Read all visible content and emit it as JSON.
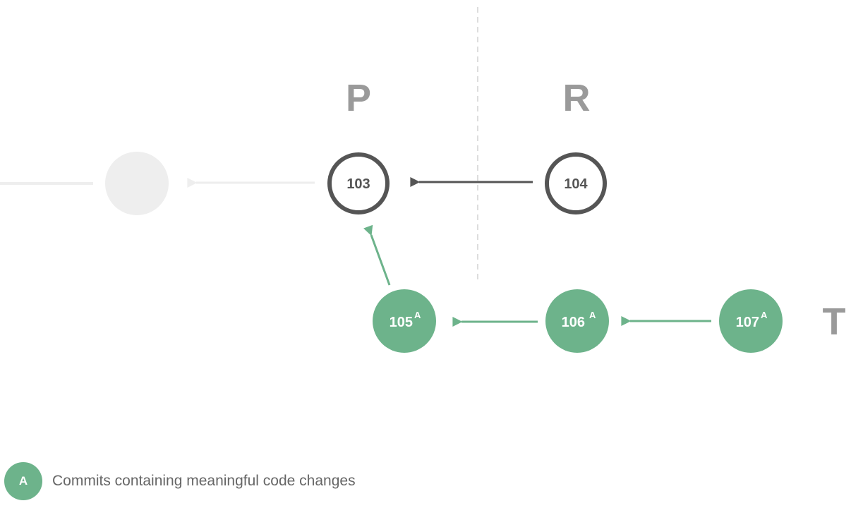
{
  "branches": {
    "p": "P",
    "r": "R",
    "t": "T"
  },
  "commits": [
    {
      "id": "103",
      "style": "outlined",
      "marker": ""
    },
    {
      "id": "104",
      "style": "outlined",
      "marker": ""
    },
    {
      "id": "105",
      "style": "filled",
      "marker": "A"
    },
    {
      "id": "106",
      "style": "filled",
      "marker": "A"
    },
    {
      "id": "107",
      "style": "filled",
      "marker": "A"
    }
  ],
  "legend": {
    "marker": "A",
    "text": "Commits containing meaningful code changes"
  },
  "colors": {
    "outline_commit": "#555555",
    "meaningful_commit": "#6db38b",
    "faded": "#eeeeee",
    "branch_letter": "#9a9a9a",
    "divider": "#dddddd"
  }
}
